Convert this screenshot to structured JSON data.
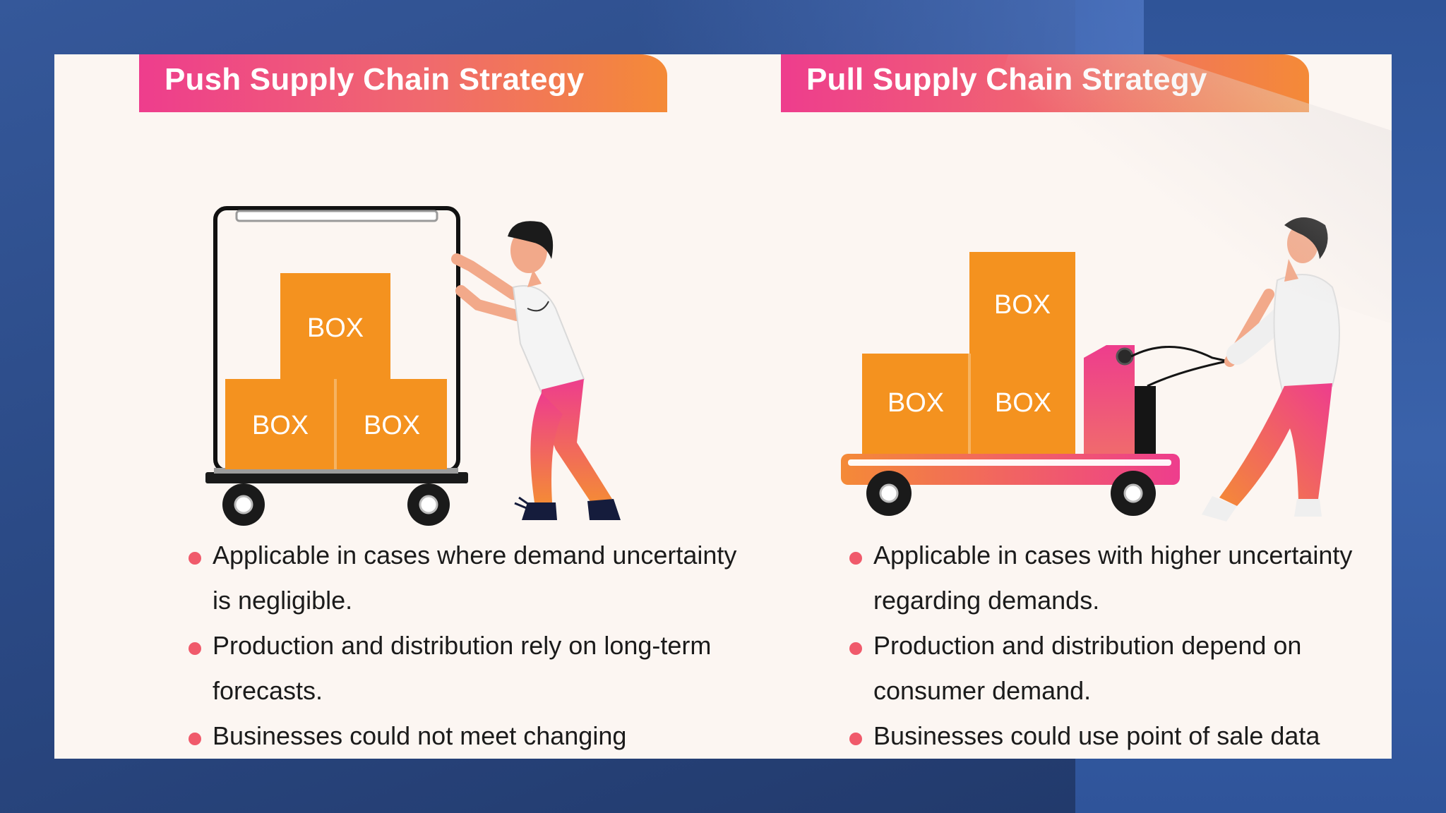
{
  "push": {
    "title": "Push Supply Chain Strategy",
    "box_label": "BOX",
    "bullets": [
      "Applicable in cases where demand uncertainty is negligible.",
      "Production and distribution rely on long-term forecasts.",
      "Businesses could not meet changing"
    ]
  },
  "pull": {
    "title": "Pull Supply Chain Strategy",
    "box_label": "BOX",
    "bullets": [
      "Applicable in cases with higher uncertainty regarding demands.",
      "Production and distribution depend on consumer demand.",
      "Businesses could use point of sale data"
    ]
  },
  "colors": {
    "box_orange": "#f4921f",
    "gradient_pink": "#ee3d8d",
    "gradient_orange": "#f48a37",
    "bullet": "#f05a6b",
    "card_bg": "#fcf6f2"
  }
}
